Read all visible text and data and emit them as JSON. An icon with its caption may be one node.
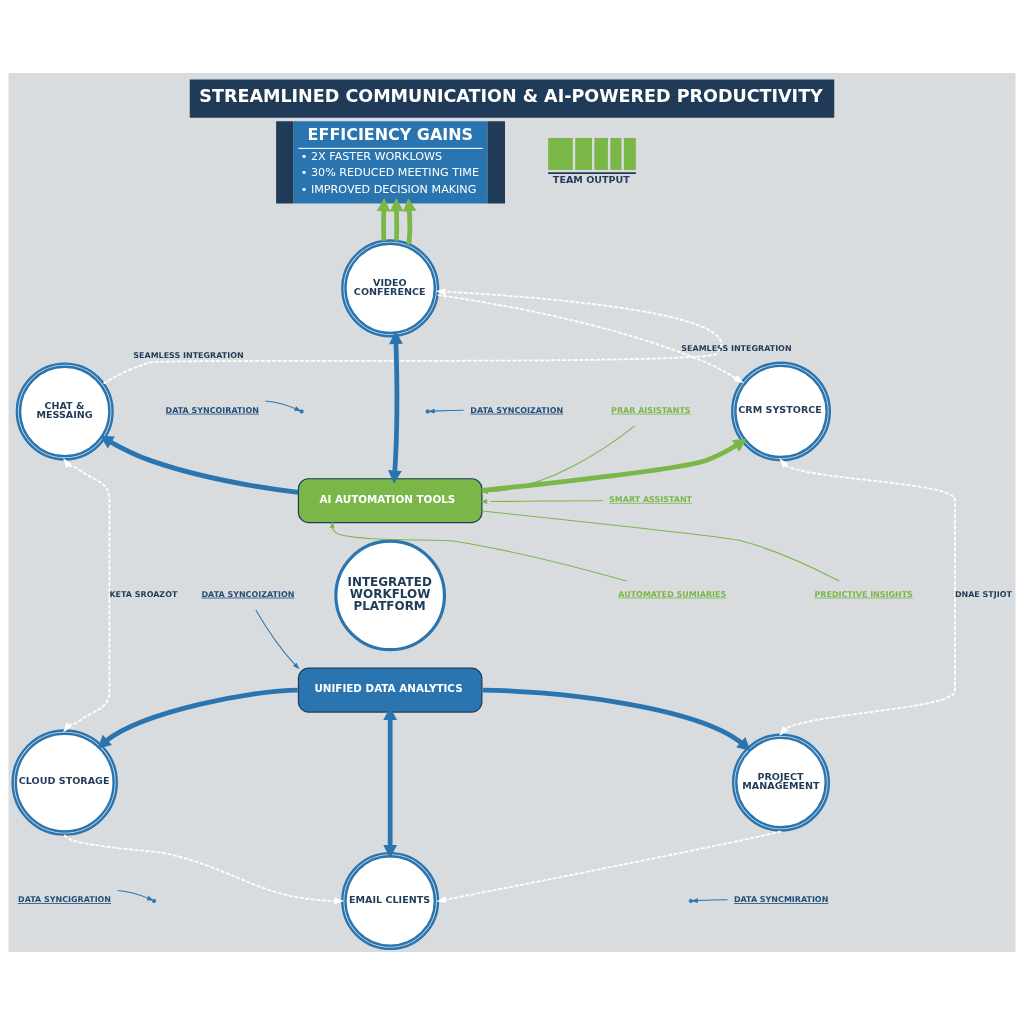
{
  "diagram": {
    "title": "STREAMLINED COMMUNICATION & AI-POWERED PRODUCTIVITY",
    "nodes": [
      {
        "text": [
          "EFFICIENCY GAINS",
          "• 2X FASTER WORKLOWS",
          "• 30% REDUCED MEETING TIME",
          "• IMPROVED DECISION MAKING"
        ]
      },
      {
        "text": [
          "VIDEO CONFERENCE"
        ]
      },
      {
        "text": [
          "CHAT & MESSAING"
        ]
      },
      {
        "text": [
          "CRM SYSTORCE"
        ]
      },
      {
        "text": [
          "DATA SYNCOIRATION"
        ]
      },
      {
        "text": [
          "DATA SYNCOIZATION"
        ]
      },
      {
        "text": [
          "PRAR AISISTANTS"
        ]
      },
      {
        "text": [
          "AI AUTOMATION TOOLS"
        ]
      },
      {
        "text": [
          "SMART ASSISTANT"
        ]
      },
      {
        "text": [
          "DATA SYNCOIZATION"
        ]
      },
      {
        "text": [
          "INTEGRATED WORKFLOW PLATFORM"
        ]
      },
      {
        "text": [
          "AUTOMATED SUMIARIES"
        ]
      },
      {
        "text": [
          "PREDICTIVE INSIGHTS"
        ]
      },
      {
        "text": [
          "UNIFIED DATA ANALYTICS"
        ]
      },
      {
        "text": [
          "CLOUD STORAGE"
        ]
      },
      {
        "text": [
          "PROJECT MANAGEMENT"
        ]
      },
      {
        "text": [
          "DATA SYNCIGRATION"
        ]
      },
      {
        "text": [
          "DATA SYNCMIRATION"
        ]
      },
      {
        "text": [
          "EMAIL CLIENTS"
        ]
      }
    ],
    "edges": [
      {
        "from": 1,
        "to": 0,
        "arrow": "to",
        "style": "thick",
        "color": "#7ab648"
      },
      {
        "from": 1,
        "to": 0,
        "arrow": "to",
        "style": "thick",
        "color": "#7ab648"
      },
      {
        "from": 1,
        "to": 0,
        "arrow": "to",
        "style": "thick",
        "color": "#7ab648"
      },
      {
        "from": 2,
        "to": 1,
        "arrow": "to",
        "style": "dashed",
        "color": "#ffffff",
        "label": "SEAMLESS INTEGRATION"
      },
      {
        "from": 1,
        "to": 3,
        "arrow": "to",
        "style": "dashed",
        "color": "#ffffff",
        "label": "SEAMLESS INTEGRATION"
      },
      {
        "from": 4,
        "to": null,
        "arrow": "to"
      },
      {
        "from": 5,
        "to": null,
        "arrow": "to"
      },
      {
        "from": 7,
        "to": 1,
        "arrow": "both",
        "style": "thick"
      },
      {
        "from": 7,
        "to": 2,
        "arrow": "to",
        "style": "thick"
      },
      {
        "from": 7,
        "to": 3,
        "arrow": "to",
        "style": "thick",
        "color": "#7ab648"
      },
      {
        "from": 6,
        "to": 7,
        "arrow": "to",
        "color": "#7ab648"
      },
      {
        "from": 8,
        "to": 7,
        "arrow": "to",
        "color": "#7ab648"
      },
      {
        "from": 9,
        "to": 13,
        "arrow": "to"
      },
      {
        "from": 11,
        "to": 7,
        "arrow": "to",
        "color": "#7ab648"
      },
      {
        "from": 12,
        "to": 7,
        "arrow": "none",
        "color": "#7ab648"
      },
      {
        "from": 2,
        "to": 14,
        "arrow": "both",
        "style": "dashed",
        "color": "#ffffff",
        "label": "KETA SROAZOT"
      },
      {
        "from": 3,
        "to": 15,
        "arrow": "both",
        "style": "dashed",
        "color": "#ffffff",
        "label": "DNAE STJIOT"
      },
      {
        "from": 13,
        "to": 14,
        "arrow": "to",
        "style": "thick"
      },
      {
        "from": 13,
        "to": 15,
        "arrow": "to",
        "style": "thick"
      },
      {
        "from": 13,
        "to": 18,
        "arrow": "both",
        "style": "thick"
      },
      {
        "from": 16,
        "to": null,
        "arrow": "to"
      },
      {
        "from": 17,
        "to": null,
        "arrow": "to"
      },
      {
        "from": 14,
        "to": 18,
        "arrow": "to",
        "style": "dashed",
        "color": "#ffffff"
      },
      {
        "from": 15,
        "to": 18,
        "arrow": "to",
        "style": "dashed",
        "color": "#ffffff"
      }
    ],
    "labels": [
      "TEAM OUTPUT"
    ]
  }
}
